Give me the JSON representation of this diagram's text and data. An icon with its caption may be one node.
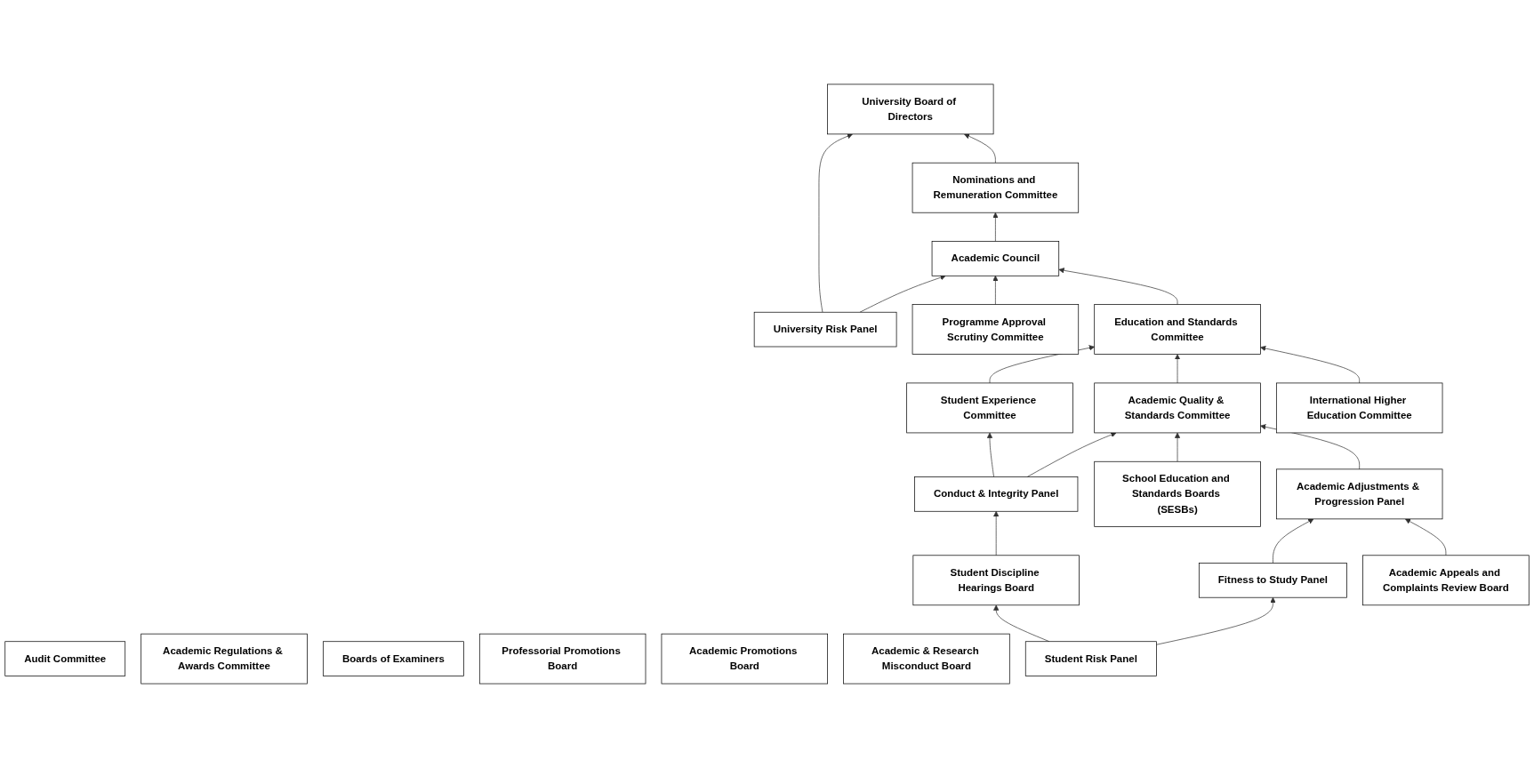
{
  "diagram": {
    "nodes": [
      {
        "text": [
          "University Board of Directors"
        ]
      },
      {
        "text": [
          "Academic Council"
        ]
      },
      {
        "text": [
          "Nominations and Remuneration Committee"
        ]
      },
      {
        "text": [
          "Audit Committee"
        ]
      },
      {
        "text": [
          "University Risk Panel"
        ]
      },
      {
        "text": [
          "Programme Approval Scrutiny Committee"
        ]
      },
      {
        "text": [
          "Academic Regulations & Awards Committee"
        ]
      },
      {
        "text": [
          "Boards of Examiners"
        ]
      },
      {
        "text": [
          "Professorial Promotions Board"
        ]
      },
      {
        "text": [
          "Academic Promotions Board"
        ]
      },
      {
        "text": [
          "Education and Standards Committee"
        ]
      },
      {
        "text": [
          "Student Experience Committee"
        ]
      },
      {
        "text": [
          "Academic Quality & Standards Committee"
        ]
      },
      {
        "text": [
          "International Higher Education Committee"
        ]
      },
      {
        "text": [
          "Conduct & Integrity Panel"
        ]
      },
      {
        "text": [
          "School Education and Standards Boards (SESBs)"
        ]
      },
      {
        "text": [
          "Academic Adjustments & Progression Panel"
        ]
      },
      {
        "text": [
          "Student Discipline Hearings Board"
        ]
      },
      {
        "text": [
          "Academic & Research Misconduct Board"
        ]
      },
      {
        "text": [
          "Student Risk Panel"
        ]
      },
      {
        "text": [
          "Fitness to Study Panel"
        ]
      },
      {
        "text": [
          "Academic Appeals and Complaints Review Board"
        ]
      }
    ],
    "edges": [
      {
        "from": 4,
        "to": 0,
        "arrow": "to"
      },
      {
        "from": 4,
        "to": 1,
        "arrow": "to"
      },
      {
        "from": 2,
        "to": 0,
        "arrow": "to"
      },
      {
        "from": 1,
        "to": 2,
        "arrow": "to"
      },
      {
        "from": 5,
        "to": 1,
        "arrow": "to"
      },
      {
        "from": 10,
        "to": 1,
        "arrow": "to"
      },
      {
        "from": 11,
        "to": 10,
        "arrow": "to"
      },
      {
        "from": 12,
        "to": 10,
        "arrow": "to"
      },
      {
        "from": 13,
        "to": 10,
        "arrow": "to"
      },
      {
        "from": 14,
        "to": 11,
        "arrow": "to"
      },
      {
        "from": 14,
        "to": 12,
        "arrow": "to"
      },
      {
        "from": 15,
        "to": 12,
        "arrow": "to"
      },
      {
        "from": 16,
        "to": 12,
        "arrow": "to"
      },
      {
        "from": 17,
        "to": 14,
        "arrow": "to"
      },
      {
        "from": 19,
        "to": 17,
        "arrow": "to"
      },
      {
        "from": 19,
        "to": 20,
        "arrow": "to"
      },
      {
        "from": 20,
        "to": 16,
        "arrow": "to"
      },
      {
        "from": 21,
        "to": 16,
        "arrow": "to"
      }
    ]
  }
}
